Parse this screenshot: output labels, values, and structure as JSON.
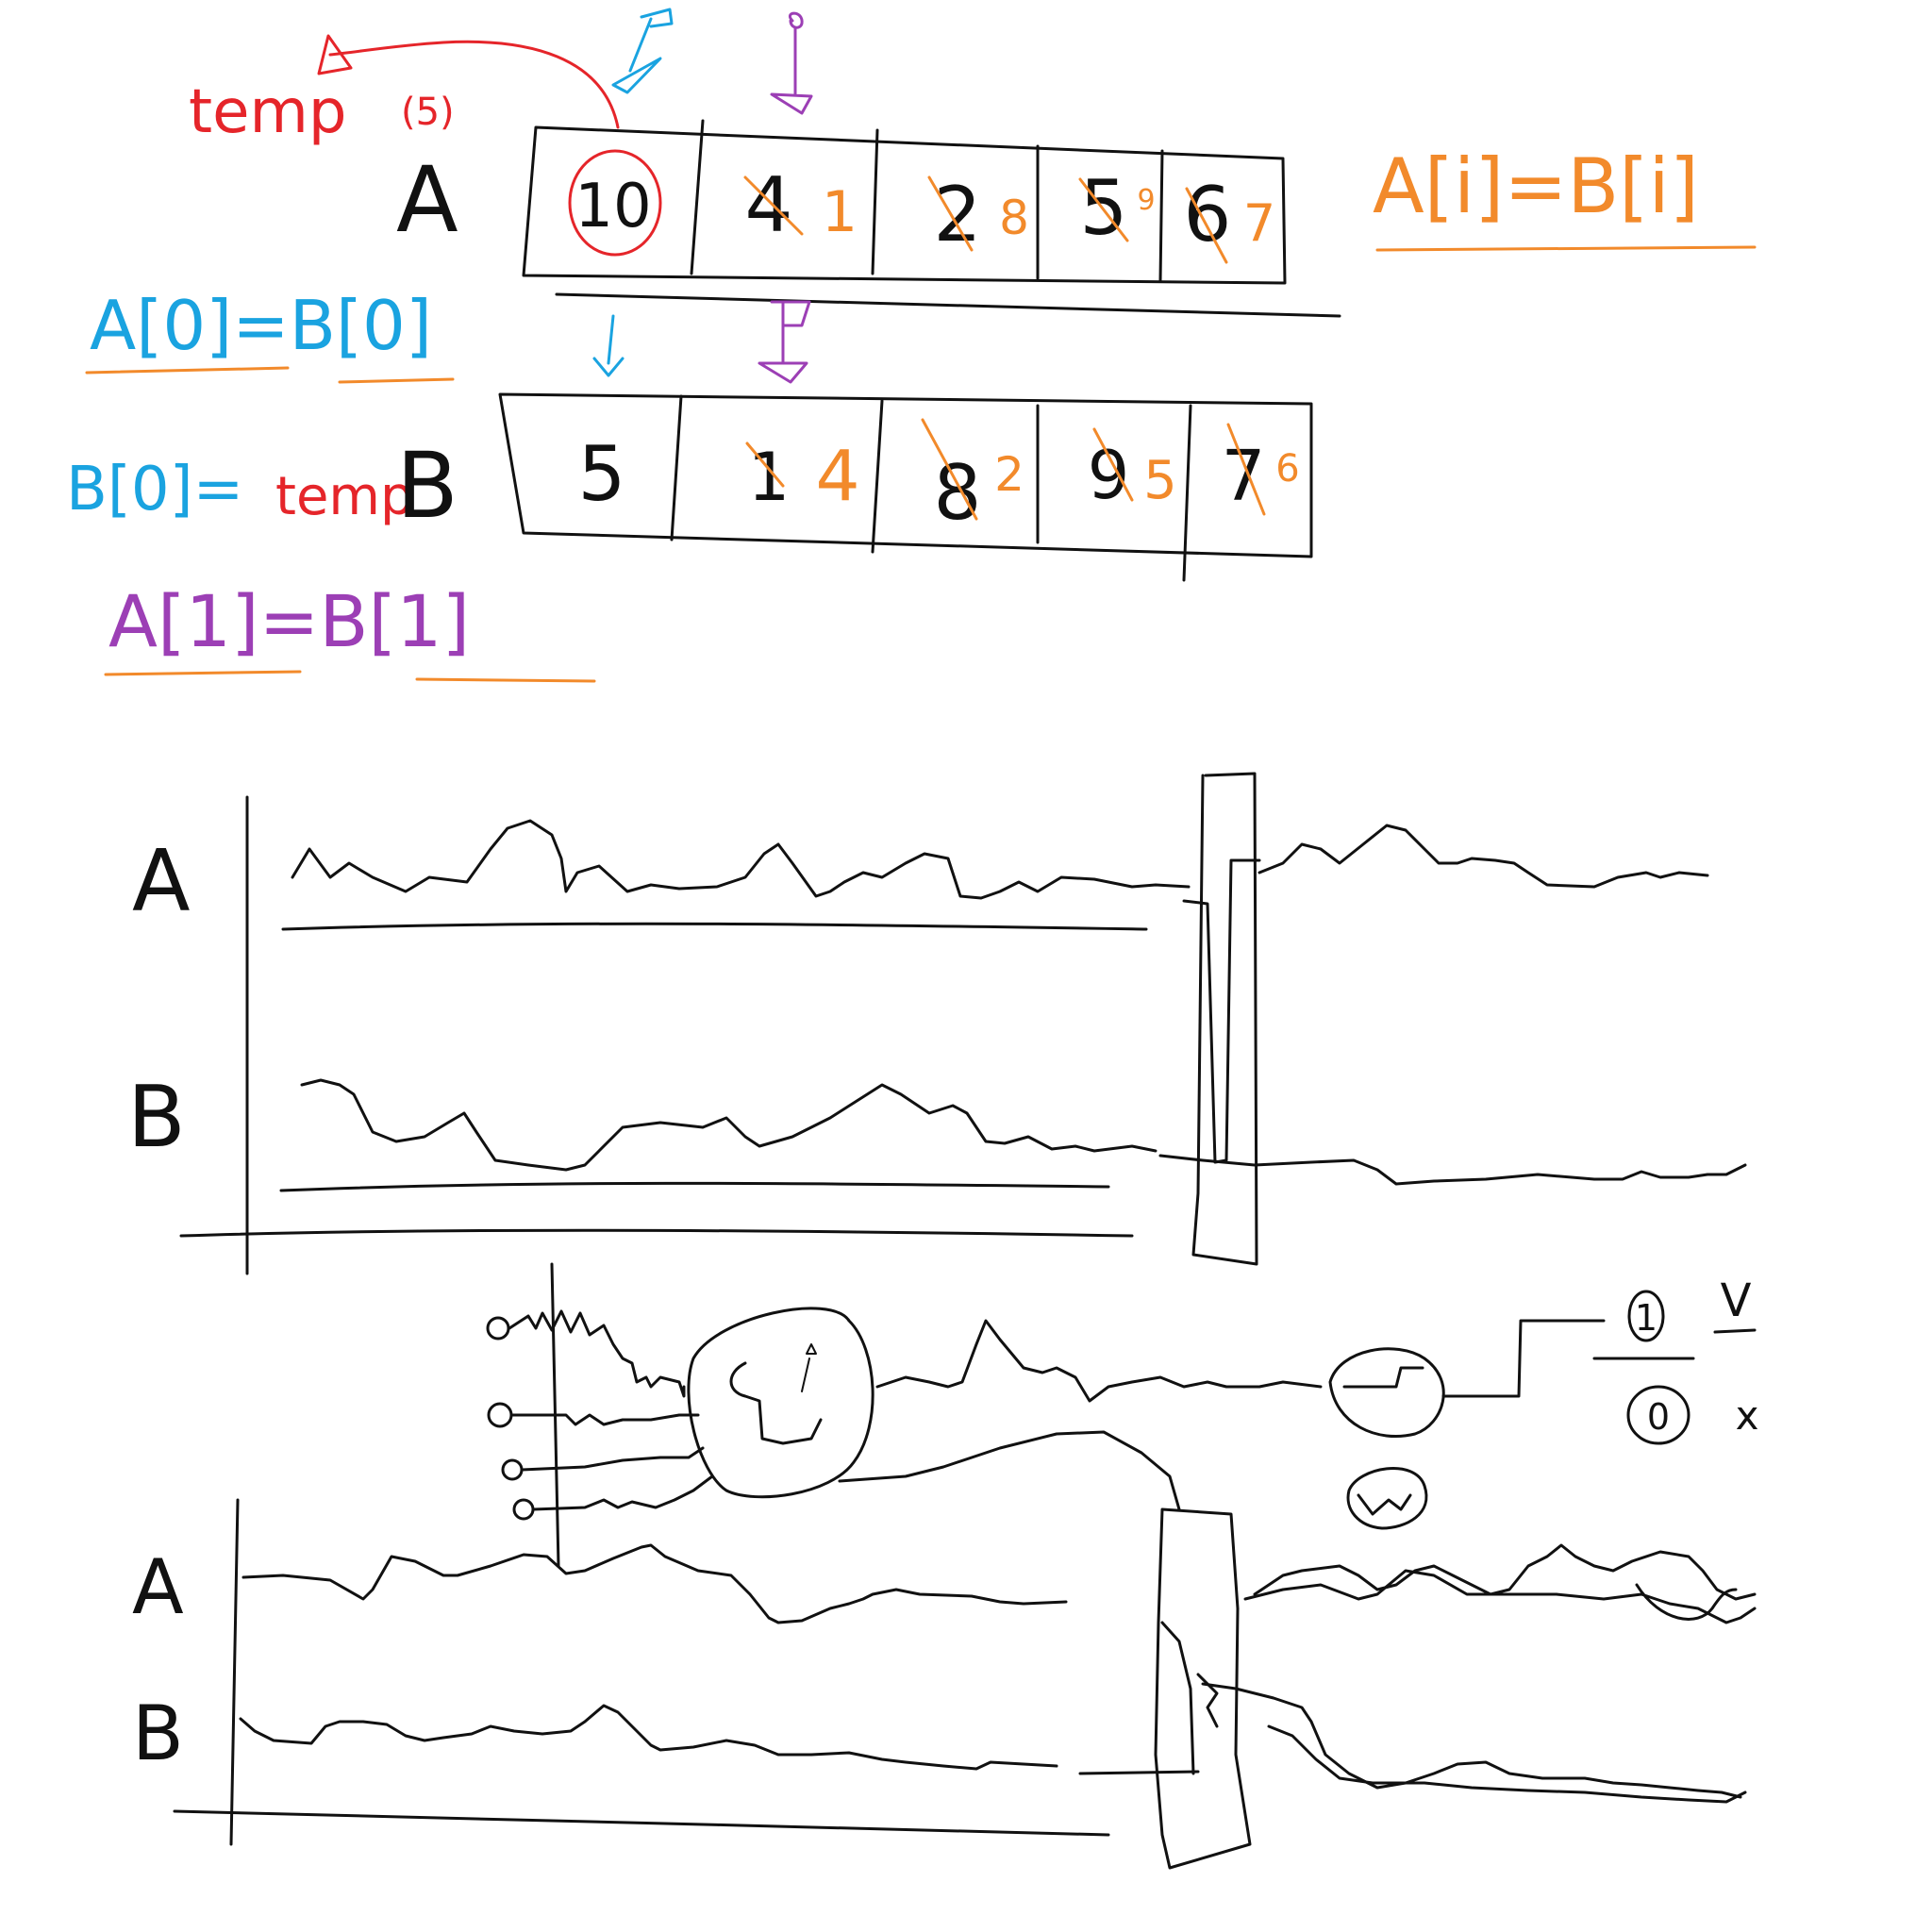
{
  "colors": {
    "black": "#111111",
    "red": "#e5252a",
    "blue": "#1aa3e0",
    "orange": "#f28a2b",
    "purple": "#9c3fb5"
  },
  "top": {
    "temp_label": "temp",
    "temp_value": "(5)",
    "row_a_label": "A",
    "row_b_label": "B",
    "array_a": [
      {
        "orig": "10",
        "new": ""
      },
      {
        "orig": "4",
        "new": "1"
      },
      {
        "orig": "2",
        "new": "8"
      },
      {
        "orig": "5",
        "new": "9"
      },
      {
        "orig": "6",
        "new": "7"
      }
    ],
    "array_b": [
      {
        "orig": "5",
        "new": ""
      },
      {
        "orig": "1",
        "new": "4"
      },
      {
        "orig": "8",
        "new": "2"
      },
      {
        "orig": "9",
        "new": "5"
      },
      {
        "orig": "7",
        "new": "6"
      }
    ],
    "eq_a0_b0": "A[0]=B[0]",
    "eq_b0_temp_left": "B[0]=",
    "eq_b0_temp_right": "temp",
    "eq_a1_b1": "A[1]=B[1]",
    "eq_ai_bi": "A[i]=B[i]"
  },
  "middle": {
    "label_a": "A",
    "label_b": "B"
  },
  "bottom": {
    "label_a": "A",
    "label_b": "B",
    "mark_1": "1",
    "mark_0": "0",
    "mark_v": "V",
    "mark_x": "x"
  }
}
